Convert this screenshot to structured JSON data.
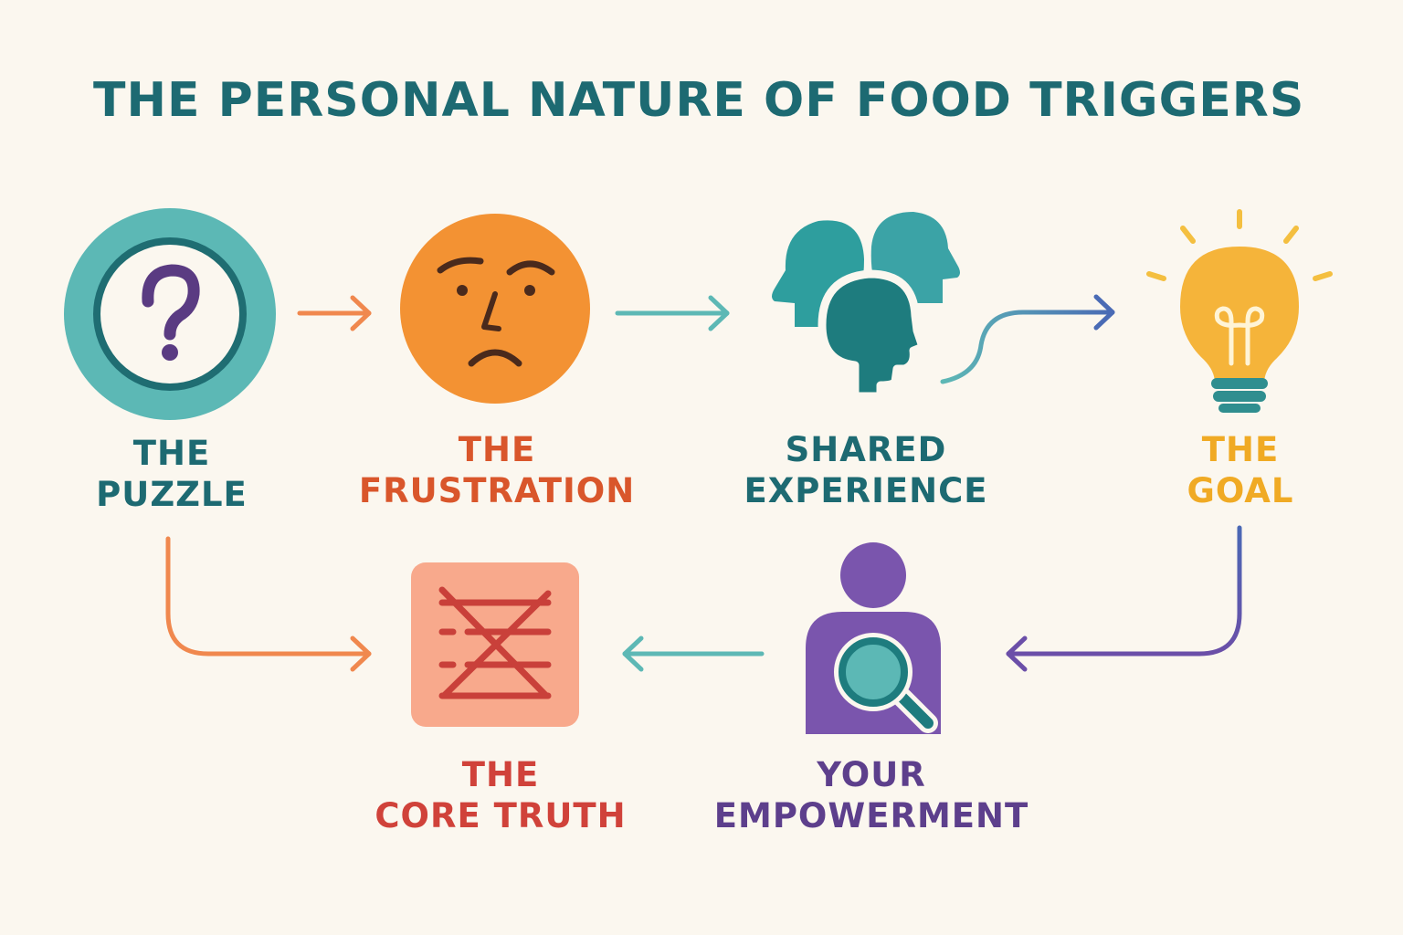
{
  "title": "THE PERSONAL NATURE OF FOOD TRIGGERS",
  "nodes": {
    "puzzle": {
      "line1": "THE",
      "line2": "PUZZLE",
      "icon": "question-mark-icon"
    },
    "frustration": {
      "line1": "THE",
      "line2": "FRUSTRATION",
      "icon": "frowning-face-icon"
    },
    "shared": {
      "line1": "SHARED",
      "line2": "EXPERIENCE",
      "icon": "group-heads-icon"
    },
    "goal": {
      "line1": "THE",
      "line2": "GOAL",
      "icon": "lightbulb-icon"
    },
    "core": {
      "line1": "THE",
      "line2": "CORE TRUTH",
      "icon": "crossed-out-list-icon"
    },
    "empowerment": {
      "line1": "YOUR",
      "line2": "EMPOWERMENT",
      "icon": "person-magnifier-icon"
    }
  },
  "colors": {
    "teal": "#1d6a72",
    "orange": "#d9562b",
    "yellow": "#f0aa24",
    "purple": "#5d3f8c",
    "red": "#d0423a"
  }
}
